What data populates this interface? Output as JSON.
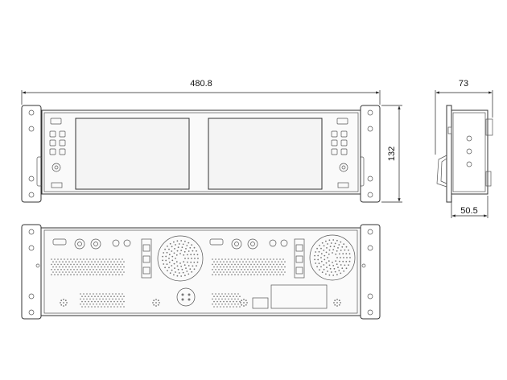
{
  "dimensions": {
    "width_overall": "480.8",
    "height_overall": "132",
    "depth_overall": "73",
    "depth_body": "50.5"
  },
  "colors": {
    "line": "#333333",
    "background": "#ffffff"
  }
}
